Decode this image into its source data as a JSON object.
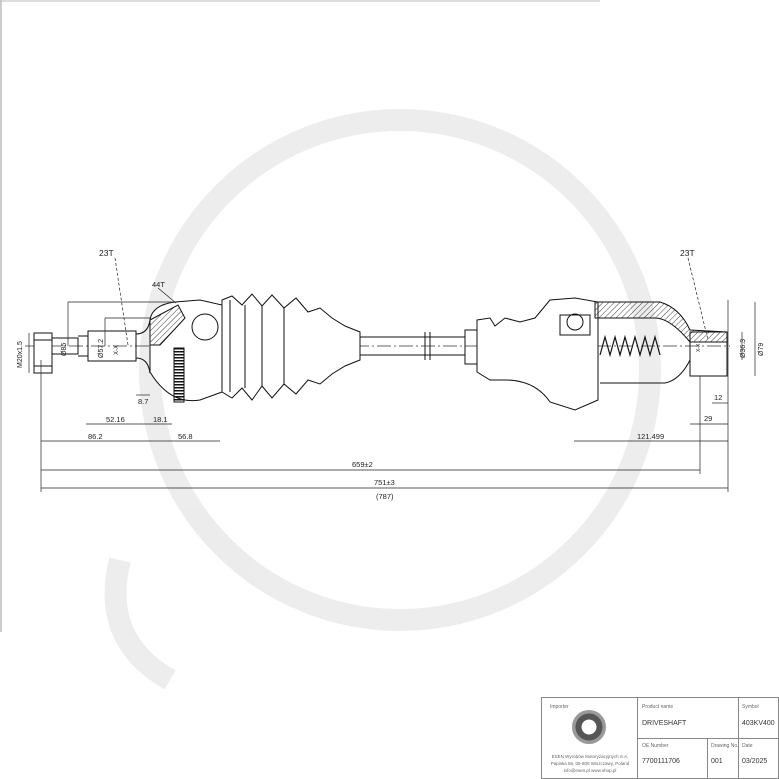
{
  "drawing": {
    "dimensions": {
      "left_spline": "23T",
      "abs_ring": "44T",
      "right_spline": "23T",
      "thread": "M20x1.5",
      "dia_85": "Ø85",
      "dia_57": "Ø57.2",
      "section_left": "X-X",
      "section_right": "X-X",
      "dim_8_7": "8.7",
      "dim_52_16": "52.16",
      "dim_18_1": "18.1",
      "dim_86_2": "86.2",
      "dim_56_8": "56.8",
      "dim_121": "121.499",
      "dim_12": "12",
      "dim_29": "29",
      "dia_36": "Ø36.3",
      "dia_79": "Ø79",
      "dim_659": "659±2",
      "dim_751": "751±3",
      "dim_787": "(787)"
    }
  },
  "title_block": {
    "importer_label": "Importer",
    "importer_text_1": "ESEN Wyrobów Motoryzacyjnych S.A.",
    "importer_text_2": "Papiska 55, 05-800 Wiszczawy, Poland",
    "importer_text_3": "info@esen.pl   www.shop.pl",
    "product_label": "Product name",
    "product_value": "DRIVESHAFT",
    "symbol_label": "Symbol",
    "symbol_value": "403KV400",
    "oe_label": "OE Number",
    "oe_value": "7700111706",
    "drawing_label": "Drawing No.",
    "drawing_value": "001",
    "date_label": "Date",
    "date_value": "03/2025"
  }
}
